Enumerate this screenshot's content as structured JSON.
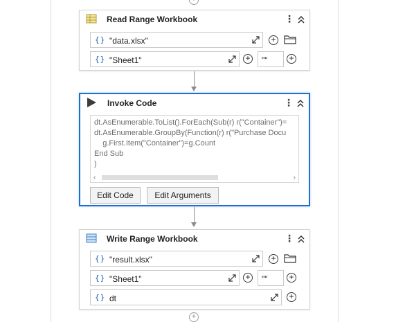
{
  "read_range": {
    "title": "Read Range Workbook",
    "file_value": "\"data.xlsx\"",
    "sheet_value": "\"Sheet1\"",
    "range_value": "\"\""
  },
  "invoke_code": {
    "title": "Invoke Code",
    "code_lines": [
      "dt.AsEnumerable.ToList().ForEach(Sub(r) r(\"Container\")=",
      "dt.AsEnumerable.GroupBy(Function(r) r(\"Purchase Docu",
      "    g.First.Item(\"Container\")=g.Count",
      "End Sub",
      ")"
    ],
    "edit_code_label": "Edit Code",
    "edit_arguments_label": "Edit Arguments"
  },
  "write_range": {
    "title": "Write Range Workbook",
    "file_value": "\"result.xlsx\"",
    "sheet_value": "\"Sheet1\"",
    "range_value": "\"\"",
    "datatable_value": "dt"
  },
  "glyphs": {
    "brace": "{}",
    "plus": "+",
    "menu": "⋮",
    "arrow_left": "‹",
    "arrow_right": "›"
  },
  "colors": {
    "selection": "#1a6fd1",
    "brace": "#1a5fb4"
  }
}
